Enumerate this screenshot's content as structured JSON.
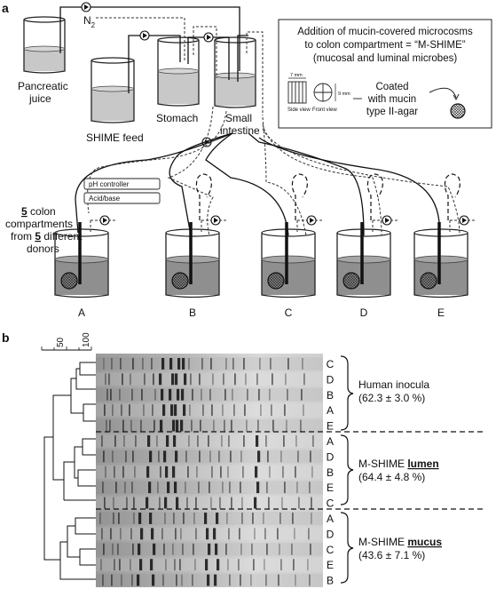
{
  "panel_a": {
    "label": "a",
    "reservoirs": {
      "pancreatic_juice": [
        "Pancreatic",
        "juice"
      ],
      "shime_feed": "SHIME feed",
      "stomach": "Stomach",
      "small_intestine": [
        "Small",
        "intestine"
      ],
      "n2": "N",
      "n2_sub": "2"
    },
    "controls": {
      "ph_controller": "pH controller",
      "acid_base": "Acid/base"
    },
    "colon_caption": {
      "line1_num": "5",
      "line1_rest": " colon",
      "line2": "compartments",
      "line3_pre": "from ",
      "line3_num": "5",
      "line3_rest": " different",
      "line4": "donors"
    },
    "compartments": [
      "A",
      "B",
      "C",
      "D",
      "E"
    ],
    "inset": {
      "title": [
        "Addition of mucin-covered microcosms",
        "to colon compartment = “M-SHIME”",
        "(mucosal and luminal microbes)"
      ],
      "dim_width": "7 mm",
      "dim_height": "9 mm",
      "side_view": "Side view",
      "front_view": "Front view",
      "coated": [
        "Coated",
        "with mucin",
        "type II-agar"
      ]
    }
  },
  "panel_b": {
    "label": "b",
    "scale": [
      "50",
      "100"
    ],
    "lanes": [
      "C",
      "D",
      "B",
      "A",
      "E",
      "A",
      "D",
      "B",
      "E",
      "C",
      "A",
      "D",
      "C",
      "E",
      "B"
    ],
    "groups": [
      {
        "name": "Human inocula",
        "name_plain": "Human inocula",
        "name_emph": "",
        "value": "(62.3 ± 3.0 %)"
      },
      {
        "name": "M-SHIME lumen",
        "name_plain": "M-SHIME ",
        "name_emph": "lumen",
        "value": "(64.4 ± 4.8 %)"
      },
      {
        "name": "M-SHIME mucus",
        "name_plain": "M-SHIME ",
        "name_emph": "mucus",
        "value": "(43.6 ± 7.1 %)"
      }
    ]
  }
}
